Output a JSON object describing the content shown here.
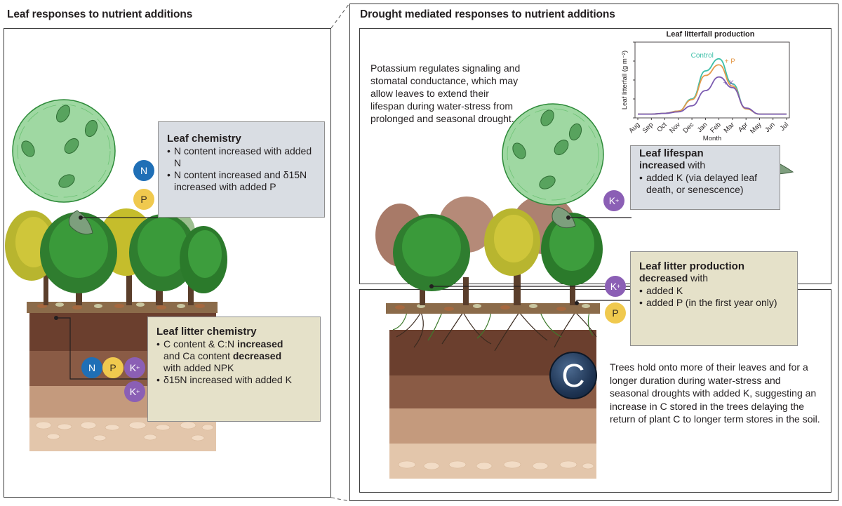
{
  "left": {
    "title": "Leaf responses to nutrient additions",
    "leaf_chemistry": {
      "title": "Leaf chemistry",
      "items": [
        "N content increased with added N",
        "N content increased and δ15N increased with added P"
      ]
    },
    "leaf_litter_chemistry": {
      "title": "Leaf litter chemistry",
      "line1": "C content & C:N ",
      "line1_bold": "increased",
      "line2": "and Ca content ",
      "line2_bold": "decreased",
      "line3": "with added NPK",
      "item2": "δ15N increased with added K"
    },
    "badges": {
      "n": "N",
      "p": "P",
      "k": "K"
    }
  },
  "right": {
    "title": "Drought mediated responses to nutrient additions",
    "paragraph_top": "Potassium regulates signaling and stomatal conductance, which may allow leaves to extend their lifespan during water-stress from prolonged and seasonal drought.",
    "leaf_lifespan": {
      "title": "Leaf lifespan",
      "bold2": "increased",
      "rest2": " with",
      "item": "added K (via delayed leaf death, or senescence)"
    },
    "leaf_litter_production": {
      "title": "Leaf litter production",
      "bold2": "decreased",
      "rest2": " with",
      "items": [
        "added K",
        "added P (in the first year only)"
      ]
    },
    "carbon_symbol": "C",
    "paragraph_bottom": "Trees hold onto more of their leaves and for a longer duration during water-stress and seasonal droughts with added K, suggesting an increase in C stored in the trees delaying the return of plant C to longer term stores in the soil."
  },
  "chart_data": {
    "type": "line",
    "title": "Leaf litterfall production",
    "xlabel": "Month",
    "ylabel": "Leaf litterfall (g m⁻²)",
    "categories": [
      "Aug",
      "Sep",
      "Oct",
      "Nov",
      "Dec",
      "Jan",
      "Feb",
      "Mar",
      "Apr",
      "May",
      "Jun",
      "Jul"
    ],
    "ylim": [
      0,
      1
    ],
    "series": [
      {
        "name": "Control",
        "color": "#3cbfa8",
        "values": [
          0.05,
          0.05,
          0.06,
          0.09,
          0.25,
          0.62,
          0.78,
          0.45,
          0.12,
          0.05,
          0.05,
          0.05
        ]
      },
      {
        "name": "+ P",
        "color": "#e59a4a",
        "values": [
          0.05,
          0.05,
          0.06,
          0.09,
          0.24,
          0.56,
          0.7,
          0.42,
          0.12,
          0.05,
          0.05,
          0.05
        ]
      },
      {
        "name": "+ K",
        "color": "#7b5bb0",
        "values": [
          0.05,
          0.05,
          0.06,
          0.08,
          0.16,
          0.36,
          0.54,
          0.4,
          0.13,
          0.05,
          0.05,
          0.05
        ]
      }
    ]
  }
}
